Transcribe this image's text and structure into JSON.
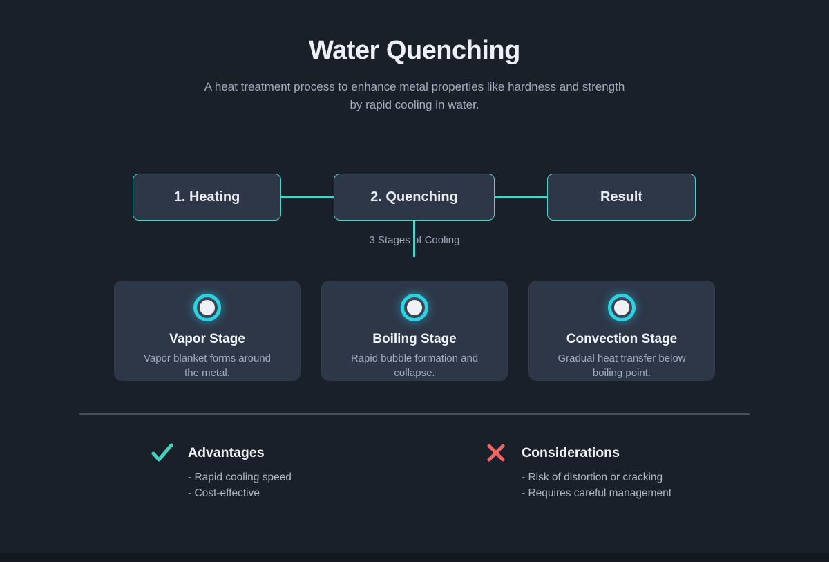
{
  "header": {
    "title": "Water Quenching",
    "subtitle_line1": "A heat treatment process to enhance metal properties like hardness and strength",
    "subtitle_line2": "by rapid cooling in water."
  },
  "flow": {
    "steps": [
      {
        "label": "1. Heating"
      },
      {
        "label": "2. Quenching"
      },
      {
        "label": "Result"
      }
    ],
    "branch_label": "3 Stages of Cooling"
  },
  "stages": [
    {
      "icon": "glow-ring-icon",
      "title": "Vapor Stage",
      "description": "Vapor blanket forms around the metal."
    },
    {
      "icon": "glow-ring-icon",
      "title": "Boiling Stage",
      "description": "Rapid bubble formation and collapse."
    },
    {
      "icon": "glow-ring-icon",
      "title": "Convection Stage",
      "description": "Gradual heat transfer below boiling point."
    }
  ],
  "pros": {
    "icon": "check-icon",
    "title": "Advantages",
    "items": [
      "- Rapid cooling speed",
      "- Cost-effective"
    ]
  },
  "cons": {
    "icon": "x-icon",
    "title": "Considerations",
    "items": [
      "- Risk of distortion or cracking",
      "- Requires careful management"
    ]
  },
  "colors": {
    "background": "#1a2029",
    "panel": "#2d3748",
    "accent_teal": "#4fd1c5",
    "accent_cyan": "#2bd2e3",
    "accent_red": "#f06564",
    "heading_text": "#edf1f7",
    "body_text": "#a0aec0",
    "divider": "#454f60"
  }
}
